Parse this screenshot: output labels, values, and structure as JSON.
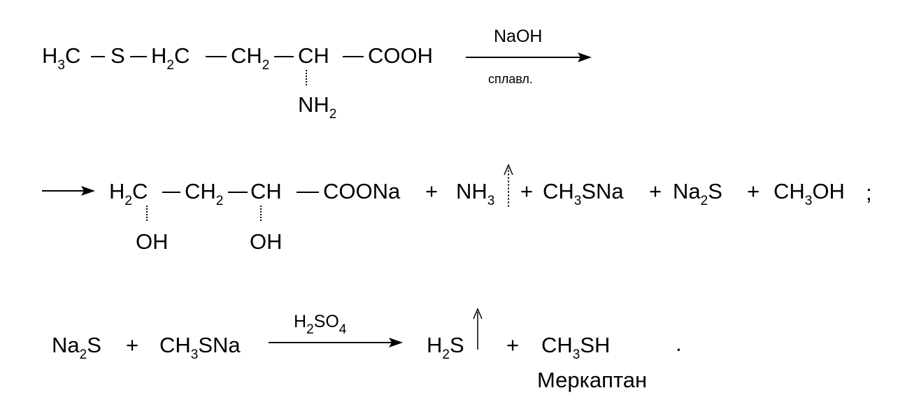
{
  "reaction1": {
    "h3c": "H",
    "h3c_sub": "3",
    "h3c_c": "C",
    "s": "S",
    "h2c": "H",
    "h2c_sub": "2",
    "h2c_c": "C",
    "ch2": "CH",
    "ch2_sub": "2",
    "ch": "CH",
    "cooh": "COOH",
    "nh2": "NH",
    "nh2_sub": "2",
    "reagent_top": "NaOH",
    "reagent_bottom": "сплавл."
  },
  "reaction2": {
    "h2c": "H",
    "h2c_sub": "2",
    "h2c_c": "C",
    "ch2": "CH",
    "ch2_sub": "2",
    "ch": "CH",
    "coona": "COONa",
    "plus1": "+",
    "nh3": "NH",
    "nh3_sub": "3",
    "plus2": "+",
    "ch3sna": "CH",
    "ch3sna_sub": "3",
    "ch3sna_rest": "SNa",
    "plus3": "+",
    "na2s": "Na",
    "na2s_sub": "2",
    "na2s_rest": "S",
    "plus4": "+",
    "ch3oh": "CH",
    "ch3oh_sub": "3",
    "ch3oh_rest": "OH",
    "semicolon": ";",
    "oh1": "OH",
    "oh2": "OH"
  },
  "reaction3": {
    "na2s": "Na",
    "na2s_sub": "2",
    "na2s_rest": "S",
    "plus1": "+",
    "ch3sna": "CH",
    "ch3sna_sub": "3",
    "ch3sna_rest": "SNa",
    "reagent": "H",
    "reagent_sub1": "2",
    "reagent_mid": "SO",
    "reagent_sub2": "4",
    "h2s": "H",
    "h2s_sub": "2",
    "h2s_rest": "S",
    "plus2": "+",
    "ch3sh": "CH",
    "ch3sh_sub": "3",
    "ch3sh_rest": "SH",
    "period": ".",
    "product_label": "Меркаптан"
  }
}
